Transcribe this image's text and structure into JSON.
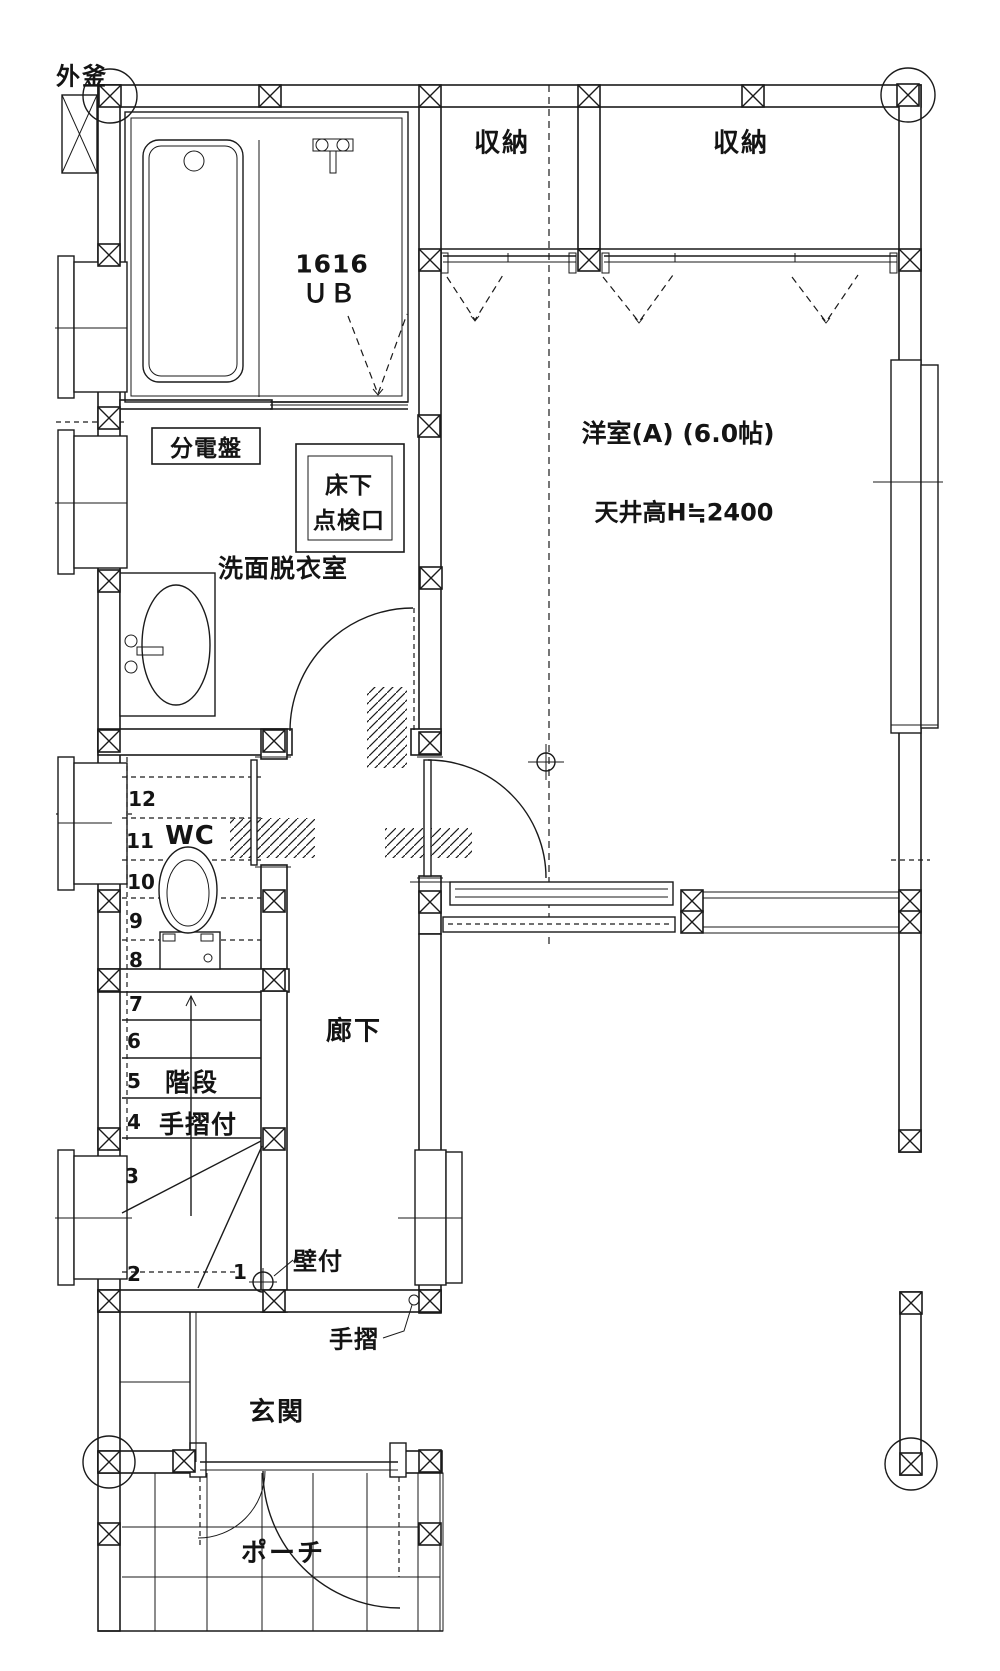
{
  "title": "floor-plan",
  "labels": {
    "outdoor_boiler": "外釜",
    "closet_left": "収納",
    "closet_right": "収納",
    "unit_bath_size": "1616",
    "unit_bath": "ＵＢ",
    "distribution_board": "分電盤",
    "underfloor_hatch_line1": "床下",
    "underfloor_hatch_line2": "点検口",
    "washroom": "洗面脱衣室",
    "western_room": "洋室(A) (6.0帖)",
    "ceiling_height": "天井高H≒2400",
    "toilet": "WC",
    "corridor": "廊下",
    "stairs": "階段",
    "handrail_attached": "手摺付",
    "wall_mounted": "壁付",
    "handrail": "手摺",
    "entrance": "玄関",
    "porch": "ポーチ"
  },
  "stair_steps": [
    "1",
    "2",
    "3",
    "4",
    "5",
    "6",
    "7",
    "8",
    "9",
    "10",
    "11",
    "12"
  ],
  "colors": {
    "line": "#1a1a1a",
    "background": "#ffffff"
  }
}
